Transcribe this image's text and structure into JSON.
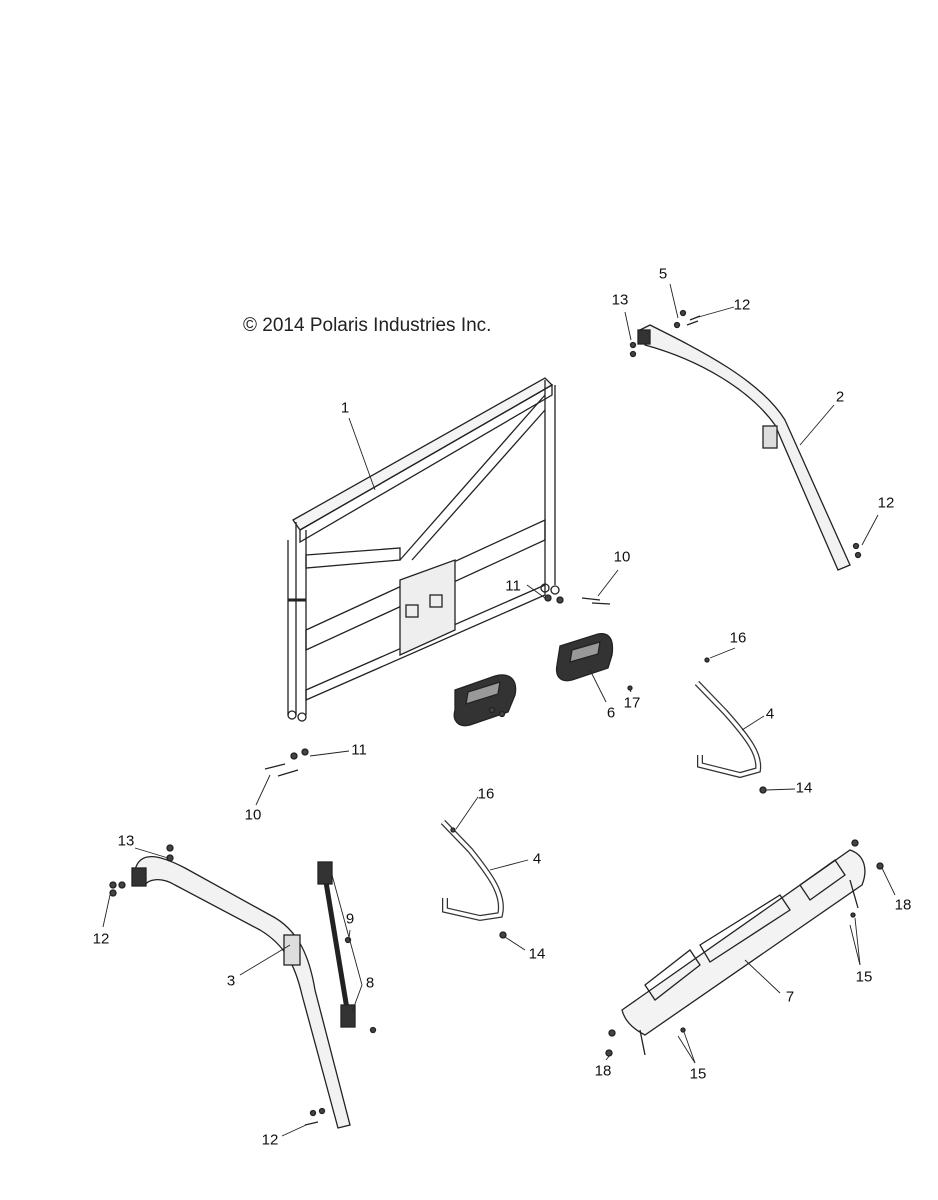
{
  "copyright": "© 2014 Polaris Industries Inc.",
  "callouts": [
    "1",
    "2",
    "5",
    "12",
    "13",
    "12",
    "10",
    "11",
    "16",
    "4",
    "17",
    "6",
    "11",
    "10",
    "14",
    "13",
    "16",
    "4",
    "12",
    "9",
    "3",
    "8",
    "18",
    "15",
    "7",
    "18",
    "15",
    "12",
    "14"
  ]
}
